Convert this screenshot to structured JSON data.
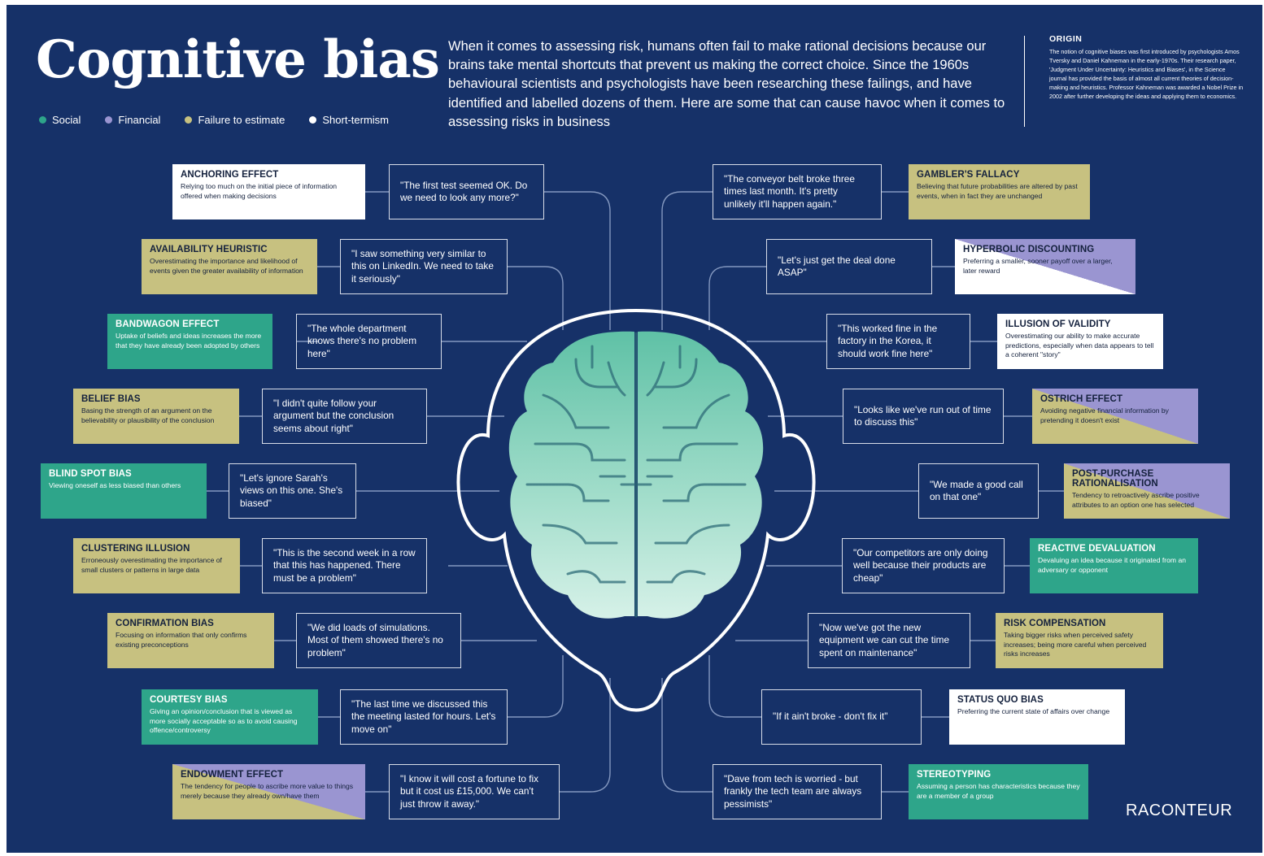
{
  "header": {
    "title": "Cognitive bias",
    "intro": "When it comes to assessing risk, humans often fail to make rational decisions because our brains take mental shortcuts that prevent us making the correct choice. Since the 1960s behavioural scientists and psychologists have been researching these failings, and have identified and labelled dozens of them. Here are some that can cause havoc when it comes to assessing risks in business",
    "origin_title": "ORIGIN",
    "origin_text": "The notion of cognitive biases was first introduced by psychologists Amos Tversky and Daniel Kahneman in the early-1970s. Their research paper, 'Judgment Under Uncertainty: Heuristics and Biases', in the Science journal has provided the basis of almost all current theories of decision-making and heuristics. Professor Kahneman was awarded a Nobel Prize in 2002 after further developing the ideas and applying them to economics."
  },
  "legend": [
    {
      "label": "Social",
      "color": "#2ea58a"
    },
    {
      "label": "Financial",
      "color": "#9a95d1"
    },
    {
      "label": "Failure to estimate",
      "color": "#c7c180"
    },
    {
      "label": "Short-termism",
      "color": "#ffffff"
    }
  ],
  "colors": {
    "background": "#163168",
    "social": "#2ea58a",
    "financial": "#9a95d1",
    "failure": "#c7c180",
    "short_termism": "#ffffff",
    "brain": "#6fc9b0"
  },
  "biases": [
    {
      "name": "ANCHORING EFFECT",
      "desc": "Relying too much on the initial piece of information offered when making decisions",
      "quote": "\"The first test seemed OK. Do we need to look any more?\"",
      "category": "short"
    },
    {
      "name": "AVAILABILITY HEURISTIC",
      "desc": "Overestimating the importance and likelihood of events given the greater availability of information",
      "quote": "\"I saw something very similar to this on LinkedIn. We need to take it seriously\"",
      "category": "failure"
    },
    {
      "name": "BANDWAGON EFFECT",
      "desc": "Uptake of beliefs and ideas increases the more that they have already been adopted by others",
      "quote": "\"The whole department knows there's no problem here\"",
      "category": "social"
    },
    {
      "name": "BELIEF BIAS",
      "desc": "Basing the strength of an argument on the believability or plausibility of the conclusion",
      "quote": "\"I didn't quite follow your argument but the conclusion seems about right\"",
      "category": "failure"
    },
    {
      "name": "BLIND SPOT BIAS",
      "desc": "Viewing oneself as less biased than others",
      "quote": "\"Let's ignore Sarah's views on this one. She's biased\"",
      "category": "social"
    },
    {
      "name": "CLUSTERING ILLUSION",
      "desc": "Erroneously overestimating the importance of small clusters or patterns in large data",
      "quote": "\"This is the second week in a row that this has happened. There must be a problem\"",
      "category": "failure"
    },
    {
      "name": "CONFIRMATION BIAS",
      "desc": "Focusing on information that only confirms existing preconceptions",
      "quote": "\"We did loads of simulations. Most of them showed there's no problem\"",
      "category": "failure"
    },
    {
      "name": "COURTESY BIAS",
      "desc": "Giving an opinion/conclusion that is viewed as more socially acceptable so as to avoid causing offence/controversy",
      "quote": "\"The last time we discussed this the meeting lasted for hours. Let's move on\"",
      "category": "social"
    },
    {
      "name": "ENDOWMENT EFFECT",
      "desc": "The tendency for people to ascribe more value to things merely because they already own/have them",
      "quote": "\"I know it will cost a fortune to fix but it cost us £15,000. We can't just throw it away.\"",
      "category": "fin-fail"
    },
    {
      "name": "GAMBLER'S FALLACY",
      "desc": "Believing that future probabilities are altered by past events, when in fact they are unchanged",
      "quote": "\"The conveyor belt broke three times last month. It's pretty unlikely it'll happen again.\"",
      "category": "failure"
    },
    {
      "name": "HYPERBOLIC DISCOUNTING",
      "desc": "Preferring a smaller, sooner payoff over a larger, later reward",
      "quote": "\"Let's just get the deal done ASAP\"",
      "category": "fin-short"
    },
    {
      "name": "ILLUSION OF VALIDITY",
      "desc": "Overestimating our ability to make accurate predictions, especially when data appears to tell a coherent \"story\"",
      "quote": "\"This worked fine in the factory in the Korea, it should work fine here\"",
      "category": "short"
    },
    {
      "name": "OSTRICH EFFECT",
      "desc": "Avoiding negative financial information by pretending it doesn't exist",
      "quote": "\"Looks like we've run out of time to discuss this\"",
      "category": "fin-fail"
    },
    {
      "name": "POST-PURCHASE RATIONALISATION",
      "desc": "Tendency to retroactively ascribe positive attributes to an option one has selected",
      "quote": "\"We made a good call on that one\"",
      "category": "fin-fail"
    },
    {
      "name": "REACTIVE DEVALUATION",
      "desc": "Devaluing an idea because it originated from an adversary or opponent",
      "quote": "\"Our competitors are only doing well because their products are cheap\"",
      "category": "social"
    },
    {
      "name": "RISK COMPENSATION",
      "desc": "Taking bigger risks when perceived safety increases; being more careful when perceived risks increases",
      "quote": "\"Now we've got the new equipment we can cut the time spent on maintenance\"",
      "category": "failure"
    },
    {
      "name": "STATUS QUO BIAS",
      "desc": "Preferring the current state of affairs over change",
      "quote": "\"If it ain't broke - don't fix it\"",
      "category": "short"
    },
    {
      "name": "STEREOTYPING",
      "desc": "Assuming a person has characteristics because they are a member of a group",
      "quote": "\"Dave from tech is worried - but frankly the tech team are always pessimists\"",
      "category": "social"
    }
  ],
  "brand": "RACONTEUR"
}
